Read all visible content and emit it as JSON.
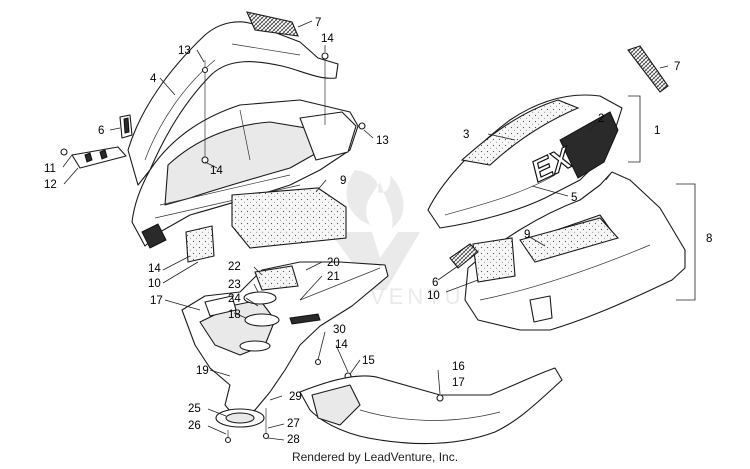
{
  "footer": {
    "text": "Rendered by LeadVenture, Inc."
  },
  "watermark": {
    "text": "VENTURE"
  },
  "callouts": {
    "c1": "1",
    "c2": "2",
    "c3": "3",
    "c4": "4",
    "c5": "5",
    "c6a": "6",
    "c6b": "6",
    "c7a": "7",
    "c7b": "7",
    "c8": "8",
    "c9a": "9",
    "c9b": "9",
    "c10a": "10",
    "c10b": "10",
    "c11": "11",
    "c12": "12",
    "c13a": "13",
    "c13b": "13",
    "c14a": "14",
    "c14b": "14",
    "c14c": "14",
    "c14d": "14",
    "c15": "15",
    "c16": "16",
    "c17a": "17",
    "c17b": "17",
    "c18": "18",
    "c19": "19",
    "c20": "20",
    "c21": "21",
    "c22": "22",
    "c23": "23",
    "c24": "24",
    "c25": "25",
    "c26": "26",
    "c27": "27",
    "c28": "28",
    "c29": "29",
    "c30": "30"
  },
  "decal_text": "EX"
}
